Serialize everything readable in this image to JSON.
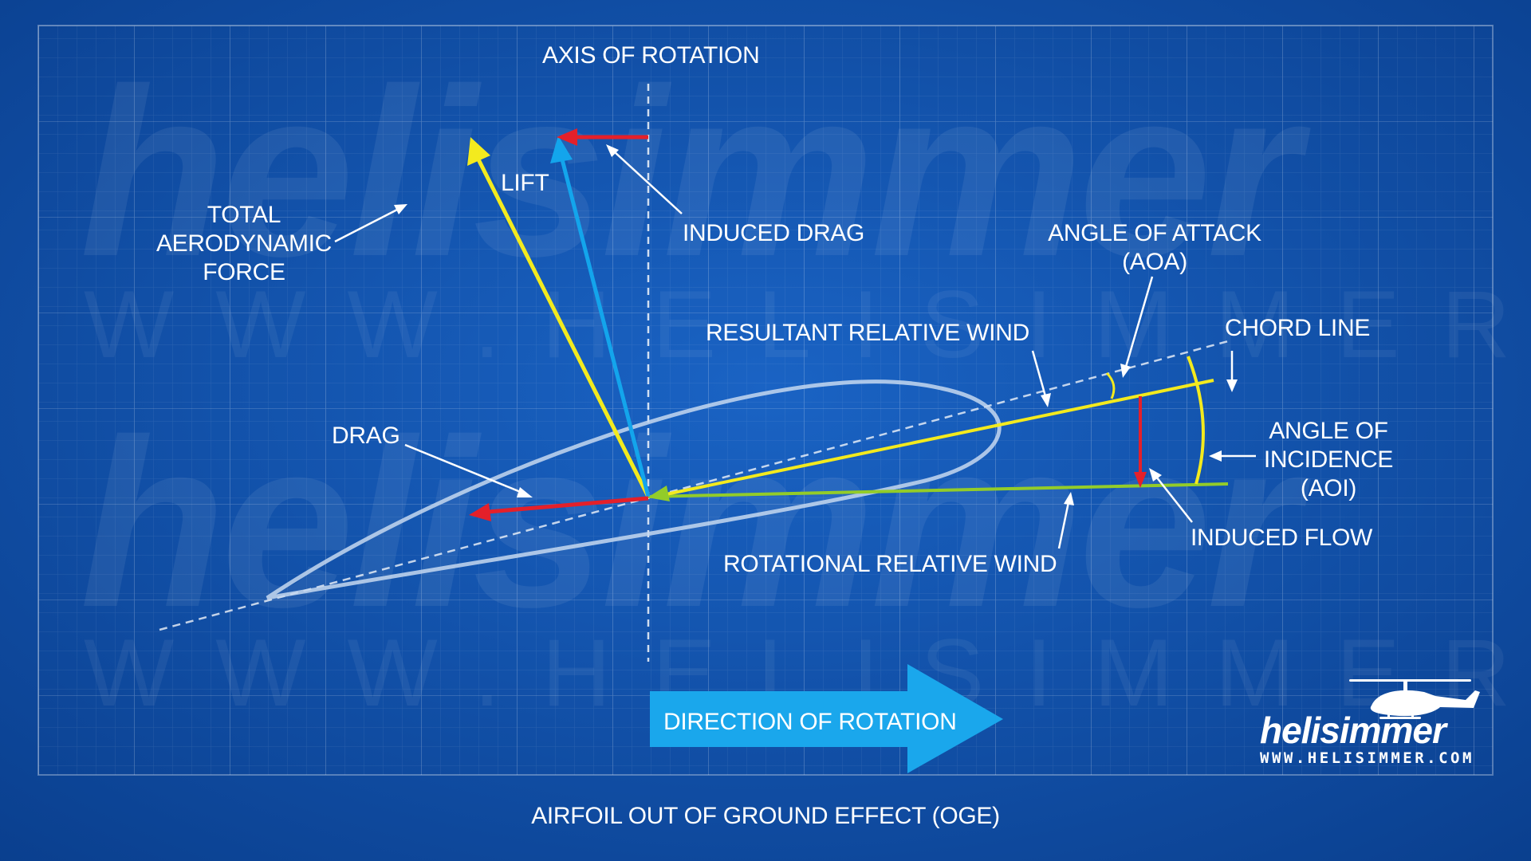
{
  "watermark": {
    "brand": "helisimmer",
    "url": "WWW.HELISIMMER.COM"
  },
  "labels": {
    "axis_of_rotation": "AXIS OF ROTATION",
    "lift": "LIFT",
    "total_aerodynamic_force": [
      "TOTAL",
      "AERODYNAMIC",
      "FORCE"
    ],
    "induced_drag": "INDUCED DRAG",
    "angle_of_attack": [
      "ANGLE OF ATTACK",
      "(AOA)"
    ],
    "chord_line": "CHORD LINE",
    "resultant_relative_wind": "RESULTANT RELATIVE WIND",
    "drag": "DRAG",
    "angle_of_incidence": [
      "ANGLE OF",
      "INCIDENCE",
      "(AOI)"
    ],
    "induced_flow": "INDUCED FLOW",
    "rotational_relative_wind": "ROTATIONAL RELATIVE WIND",
    "direction_of_rotation": "DIRECTION OF ROTATION"
  },
  "title": "AIRFOIL OUT OF GROUND EFFECT (OGE)",
  "logo": {
    "name": "helisimmer",
    "url": "WWW.HELISIMMER.COM"
  },
  "colors": {
    "background": "#0c4ea8",
    "lift": "#f3ea1e",
    "total_aerodynamic_force": "#13a5ec",
    "drag": "#e4202a",
    "rotational_relative_wind": "#93cc29",
    "resultant_relative_wind": "#f3ea1e",
    "direction_arrow": "#1aa7ec"
  }
}
